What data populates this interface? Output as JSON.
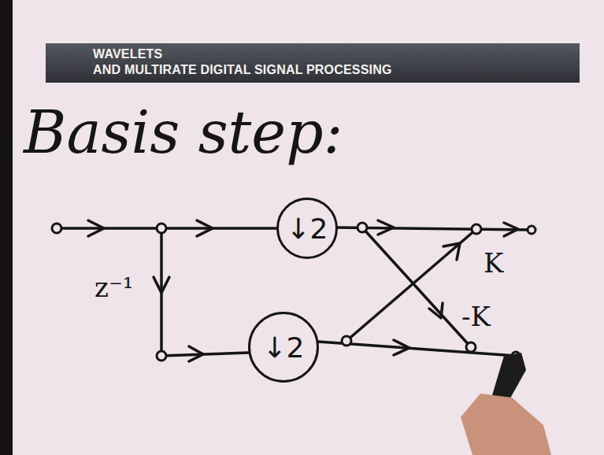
{
  "diagram": {
    "title": "Basis step:",
    "nodes": [
      {
        "text": [
          "↓2"
        ]
      },
      {
        "text": [
          "↓2"
        ]
      }
    ],
    "labels": [
      "WAVELETS",
      "AND MULTIRATE DIGITAL SIGNAL PROCESSING",
      "z⁻¹",
      "K",
      "-K"
    ]
  }
}
